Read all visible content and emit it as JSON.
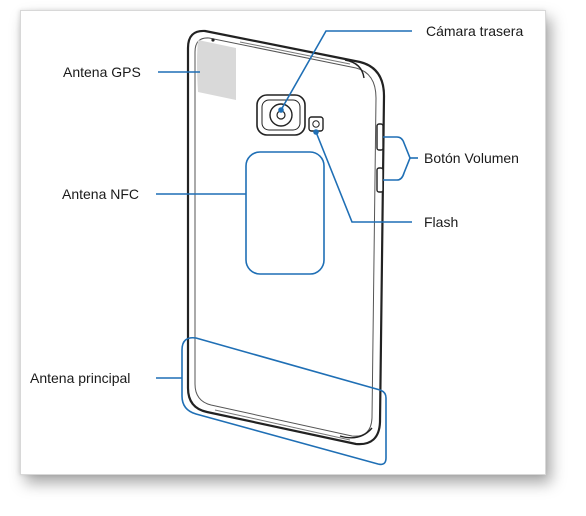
{
  "labels": {
    "rear_camera": "Cámara trasera",
    "gps_antenna": "Antena GPS",
    "nfc_antenna": "Antena NFC",
    "volume_button": "Botón Volumen",
    "flash": "Flash",
    "main_antenna": "Antena principal"
  },
  "colors": {
    "callout": "#1f6fb5",
    "gps_fill": "#d9d9d9",
    "phone_outline": "#222222",
    "background": "#ffffff"
  }
}
